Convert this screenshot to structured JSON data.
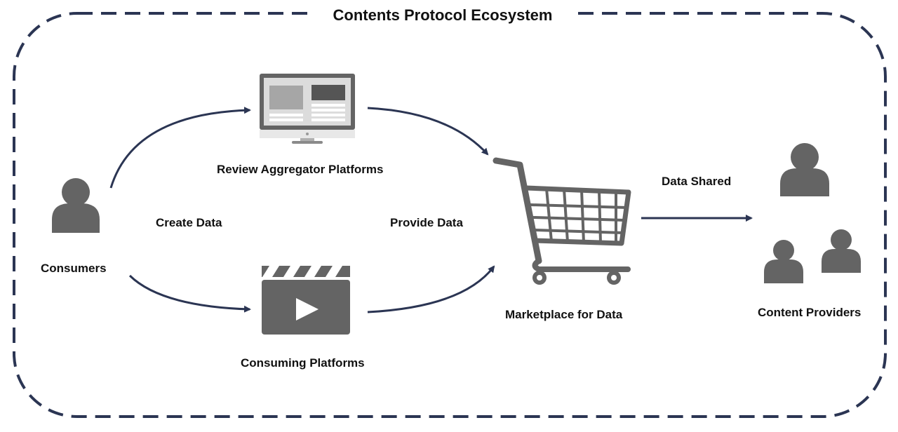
{
  "title": "Contents Protocol Ecosystem",
  "nodes": {
    "consumers": {
      "label": "Consumers",
      "icon": "person-icon"
    },
    "review_platforms": {
      "label": "Review Aggregator Platforms",
      "icon": "monitor-icon"
    },
    "consuming_platforms": {
      "label": "Consuming Platforms",
      "icon": "clapperboard-play-icon"
    },
    "marketplace": {
      "label": "Marketplace for Data",
      "icon": "shopping-cart-icon"
    },
    "content_providers": {
      "label": "Content Providers",
      "icon": "people-group-icon"
    }
  },
  "edges": {
    "create_data": {
      "label": "Create Data"
    },
    "provide_data": {
      "label": "Provide Data"
    },
    "data_shared": {
      "label": "Data Shared"
    }
  },
  "colors": {
    "icon_gray": "#646464",
    "arrow_navy": "#2b3553",
    "border_navy": "#2b3553",
    "text": "#111111"
  }
}
